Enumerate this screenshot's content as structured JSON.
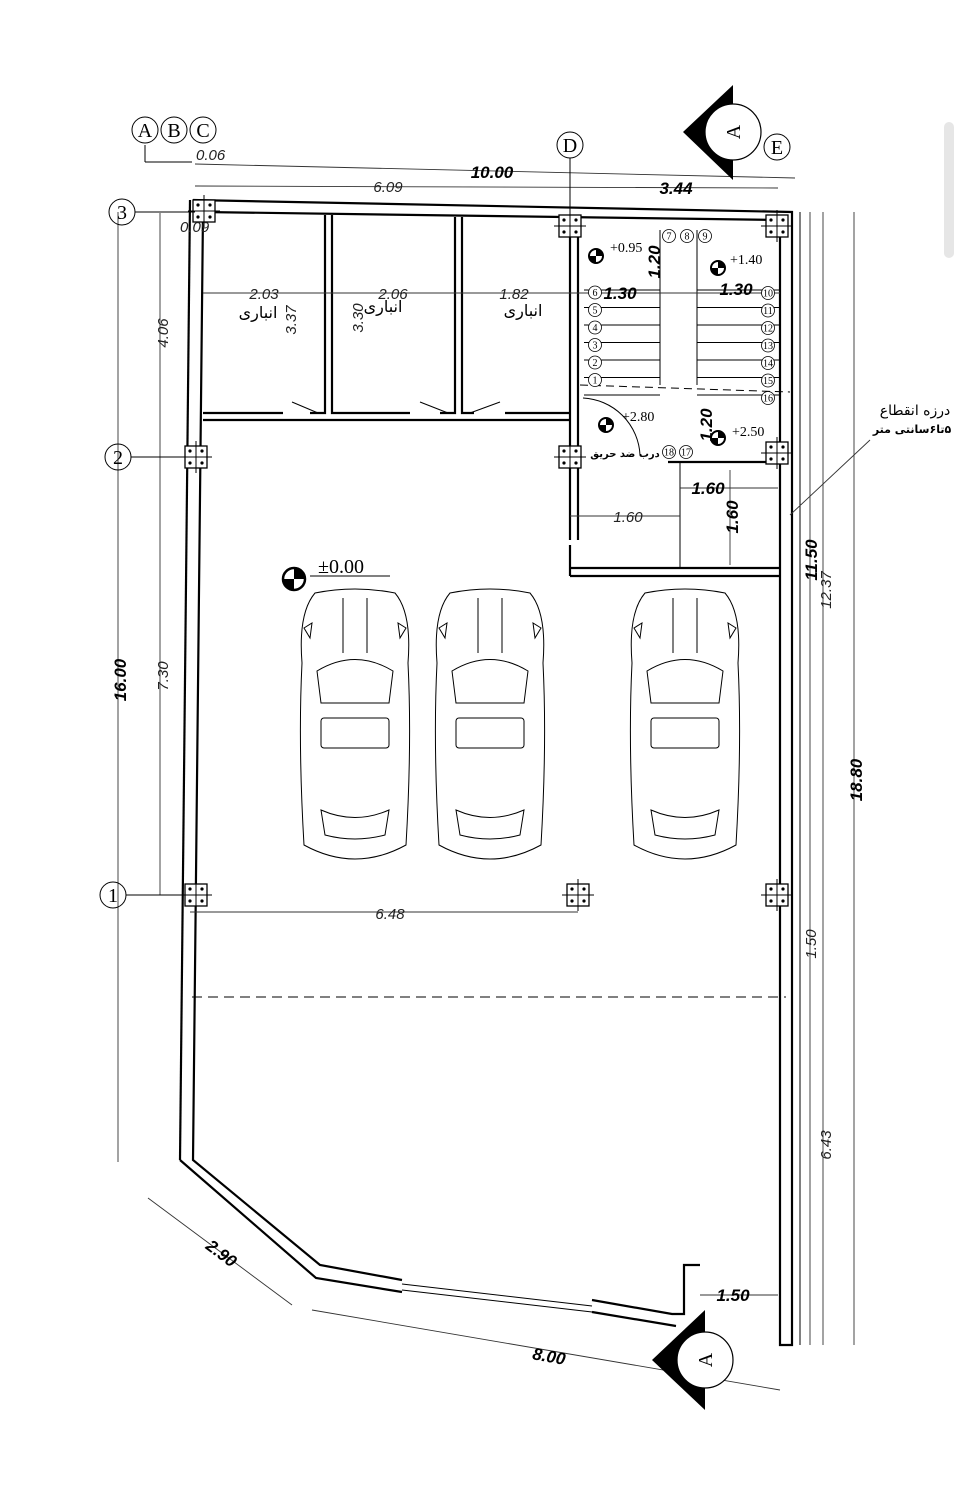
{
  "grid_labels": {
    "A": "A",
    "B": "B",
    "C": "C",
    "D": "D",
    "E": "E",
    "row1": "1",
    "row2": "2",
    "row3": "3"
  },
  "section_marks": [
    "A",
    "A"
  ],
  "dimensions": {
    "top_offset": "0.06",
    "overall_width": "10.00",
    "storage_span": "6.09",
    "stair_span": "3.44",
    "col_offset": "0.09",
    "storage1_w": "2.03",
    "storage2_w": "2.06",
    "storage3_w": "1.82",
    "storage1_h": "3.37",
    "storage2_h": "3.30",
    "grid_3_2": "4.06",
    "grid_2_1": "7.30",
    "left_total": "16.00",
    "grid_C_D_row1": "6.48",
    "right_seg1": "1.50",
    "right_seg2": "6.43",
    "right_inner": "12.37",
    "right_mid": "11.50",
    "right_total": "18.80",
    "diag_left": "2.90",
    "bottom_width": "8.00",
    "gate_width": "1.50",
    "stair_w_left": "1.30",
    "stair_w_right": "1.30",
    "landing_top": "1.20",
    "landing_bottom": "1.20",
    "lobby_w": "1.60",
    "lobby_w2": "1.60",
    "lobby_h": "1.60"
  },
  "levels": {
    "l095": "+0.95",
    "l140": "+1.40",
    "l280": "+2.80",
    "l250": "+2.50",
    "l000": "±0.00"
  },
  "rooms": {
    "storage": "انباری"
  },
  "labels": {
    "fire_door": "درب ضد حریق",
    "joint_title": "درزه انقطاع",
    "joint_sub": "۵تا۶سانتی متر"
  },
  "steps": [
    "1",
    "2",
    "3",
    "4",
    "5",
    "6",
    "7",
    "8",
    "9",
    "10",
    "11",
    "12",
    "13",
    "14",
    "15",
    "16",
    "17",
    "18"
  ]
}
